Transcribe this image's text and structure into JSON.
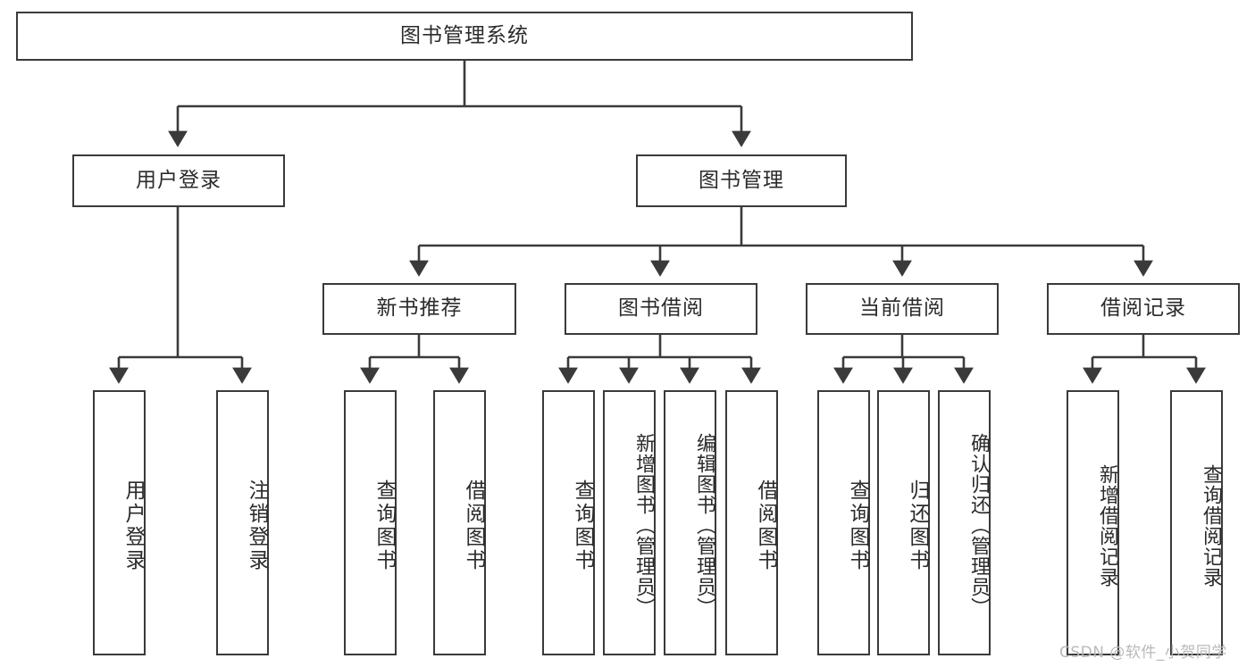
{
  "diagram": {
    "title": "图书管理系统",
    "type": "tree-hierarchy-chart",
    "orientation": "top-down",
    "colors": {
      "box_border": "#3a3a3a",
      "box_fill": "#ffffff",
      "edge": "#3a3a3a",
      "text": "#2b2b2b",
      "watermark": "#b9b9b9",
      "background": "#ffffff"
    }
  },
  "nodes": {
    "root": {
      "label": "图书管理系统"
    },
    "level2": [
      {
        "id": "user-login",
        "label": "用户登录"
      },
      {
        "id": "book-management",
        "label": "图书管理"
      }
    ],
    "level3": [
      {
        "id": "new-book-recommend",
        "label": "新书推荐"
      },
      {
        "id": "book-borrow",
        "label": "图书借阅"
      },
      {
        "id": "current-borrow",
        "label": "当前借阅"
      },
      {
        "id": "borrow-record",
        "label": "借阅记录"
      }
    ],
    "leaves": {
      "user-login": [
        {
          "id": "leaf-user-login",
          "label": "用户登录"
        },
        {
          "id": "leaf-user-logout",
          "label": "注销登录"
        }
      ],
      "new-book-recommend": [
        {
          "id": "leaf-query-book-1",
          "label": "查询图书"
        },
        {
          "id": "leaf-borrow-book-1",
          "label": "借阅图书"
        }
      ],
      "book-borrow": [
        {
          "id": "leaf-query-book-2",
          "label": "查询图书"
        },
        {
          "id": "leaf-add-book",
          "label": "新增图书（管理员）"
        },
        {
          "id": "leaf-edit-book",
          "label": "编辑图书（管理员）"
        },
        {
          "id": "leaf-borrow-book-2",
          "label": "借阅图书"
        }
      ],
      "current-borrow": [
        {
          "id": "leaf-query-book-3",
          "label": "查询图书"
        },
        {
          "id": "leaf-return-book",
          "label": "归还图书"
        },
        {
          "id": "leaf-confirm-return",
          "label": "确认归还（管理员）"
        }
      ],
      "borrow-record": [
        {
          "id": "leaf-add-record",
          "label": "新增借阅记录"
        },
        {
          "id": "leaf-query-record",
          "label": "查询借阅记录"
        }
      ]
    }
  },
  "watermark": {
    "text": "CSDN @软件_小贺同学"
  }
}
